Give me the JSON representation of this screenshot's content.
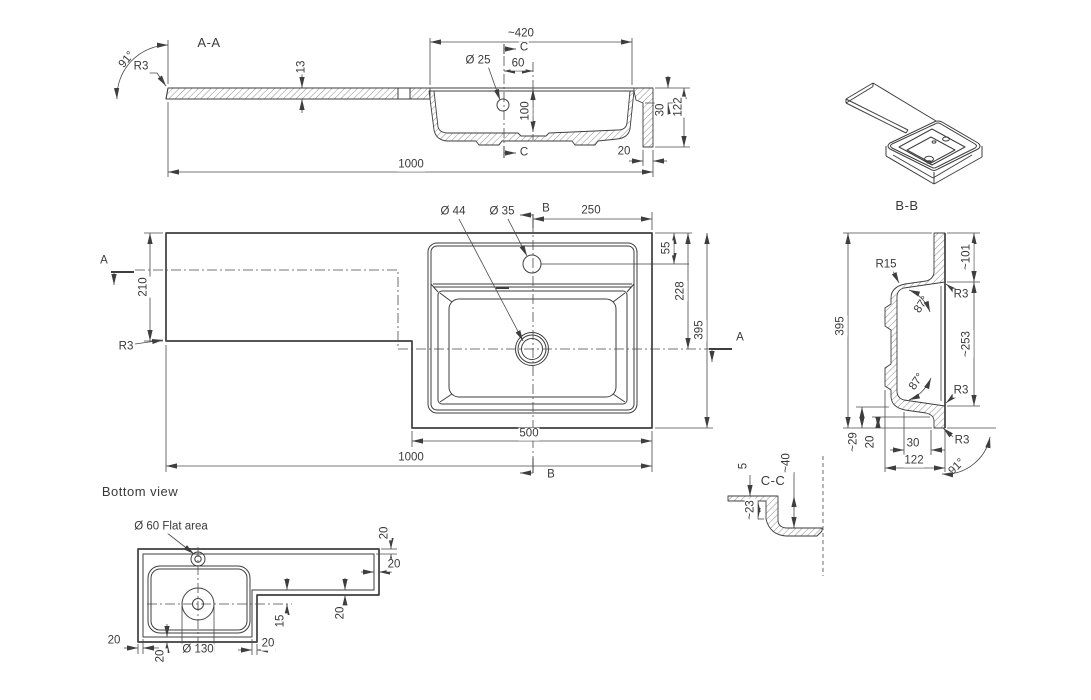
{
  "colors": {
    "line": "#3e3e3e",
    "text": "#3a3a3a",
    "background": "#ffffff"
  },
  "views": {
    "section_aa": {
      "title": "A-A",
      "labels": {
        "angle91": "91°",
        "r3": "R3",
        "t13": "13",
        "w420": "~420",
        "cut_c_top": "C",
        "hole25": "Ø 25",
        "d60": "60",
        "d100": "100",
        "cut_c_bottom": "C",
        "d30": "30",
        "d122": "122",
        "d20": "20",
        "d1000": "1000"
      }
    },
    "plan": {
      "labels": {
        "cut_a_left": "A",
        "d210": "210",
        "r3": "R3",
        "hole44": "Ø 44",
        "hole35": "Ø 35",
        "cut_b_top": "B",
        "d250": "250",
        "d55": "55",
        "d228": "228",
        "d395": "395",
        "cut_a_right": "A",
        "d500": "500",
        "d1000": "1000",
        "cut_b_bottom": "B"
      }
    },
    "section_bb": {
      "title": "B-B",
      "labels": {
        "d395": "395",
        "r15": "R15",
        "d101": "~101",
        "r3_top": "R3",
        "a87_top": "87°",
        "d253": "~253",
        "a87_bottom": "87°",
        "r3_mid": "R3",
        "d29": "~29",
        "d20": "20",
        "d30": "30",
        "d122": "122",
        "r3_bottom": "R3",
        "a91": "91°"
      }
    },
    "section_cc": {
      "title": "C-C",
      "labels": {
        "d5": "5",
        "d40": "~40",
        "d23": "~23"
      }
    },
    "bottom_view": {
      "title": "Bottom view",
      "callout": "Ø 60 Flat area",
      "labels": {
        "d20_top": "20",
        "d20_right": "20",
        "d20_strip": "20",
        "d15": "15",
        "d20_left": "20",
        "d20_bowl": "20",
        "d130": "Ø 130",
        "d20_block": "20"
      }
    }
  }
}
